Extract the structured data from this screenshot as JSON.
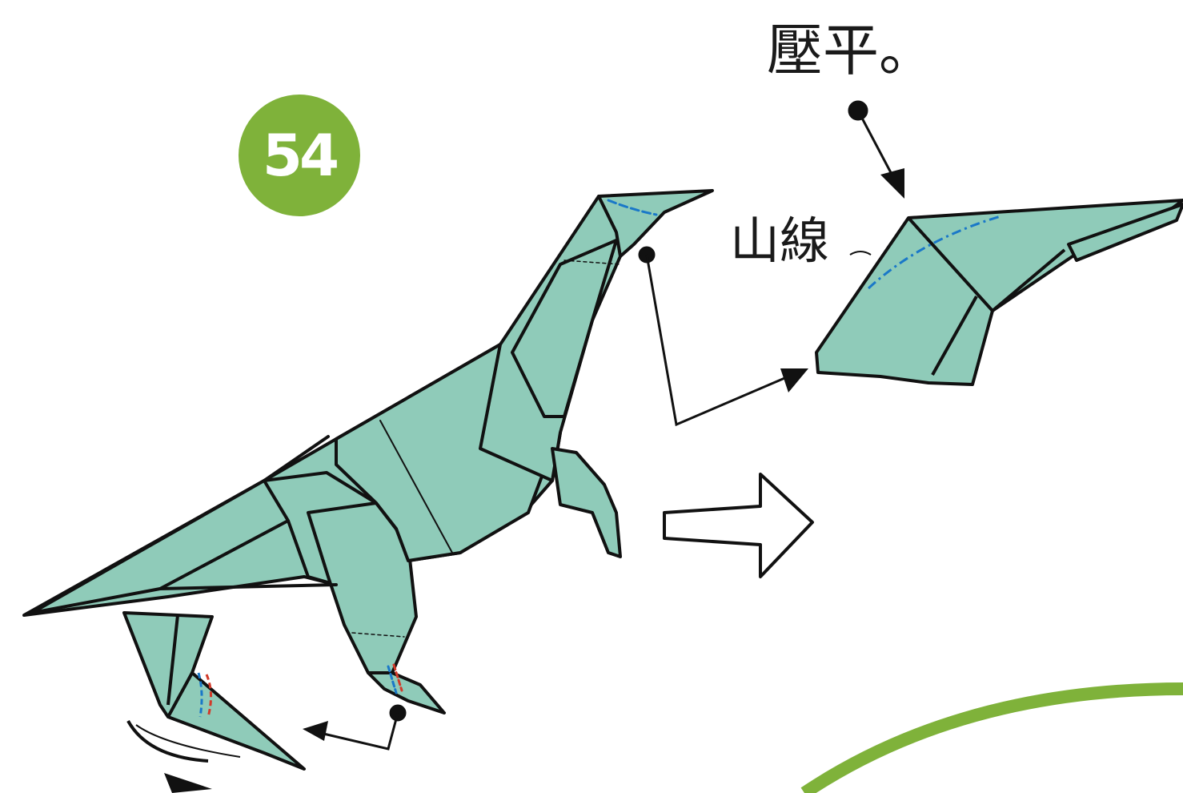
{
  "step": {
    "number": "54"
  },
  "labels": {
    "flatten": "壓平。",
    "mountain_fold": "山線"
  },
  "colors": {
    "paper": "#8fcbb9",
    "outline": "#111111",
    "badge": "#7fb23a",
    "mountain_fold_line": "#1a78c8",
    "valley_fold_line": "#d23a2a",
    "curve": "#7fb23a"
  }
}
